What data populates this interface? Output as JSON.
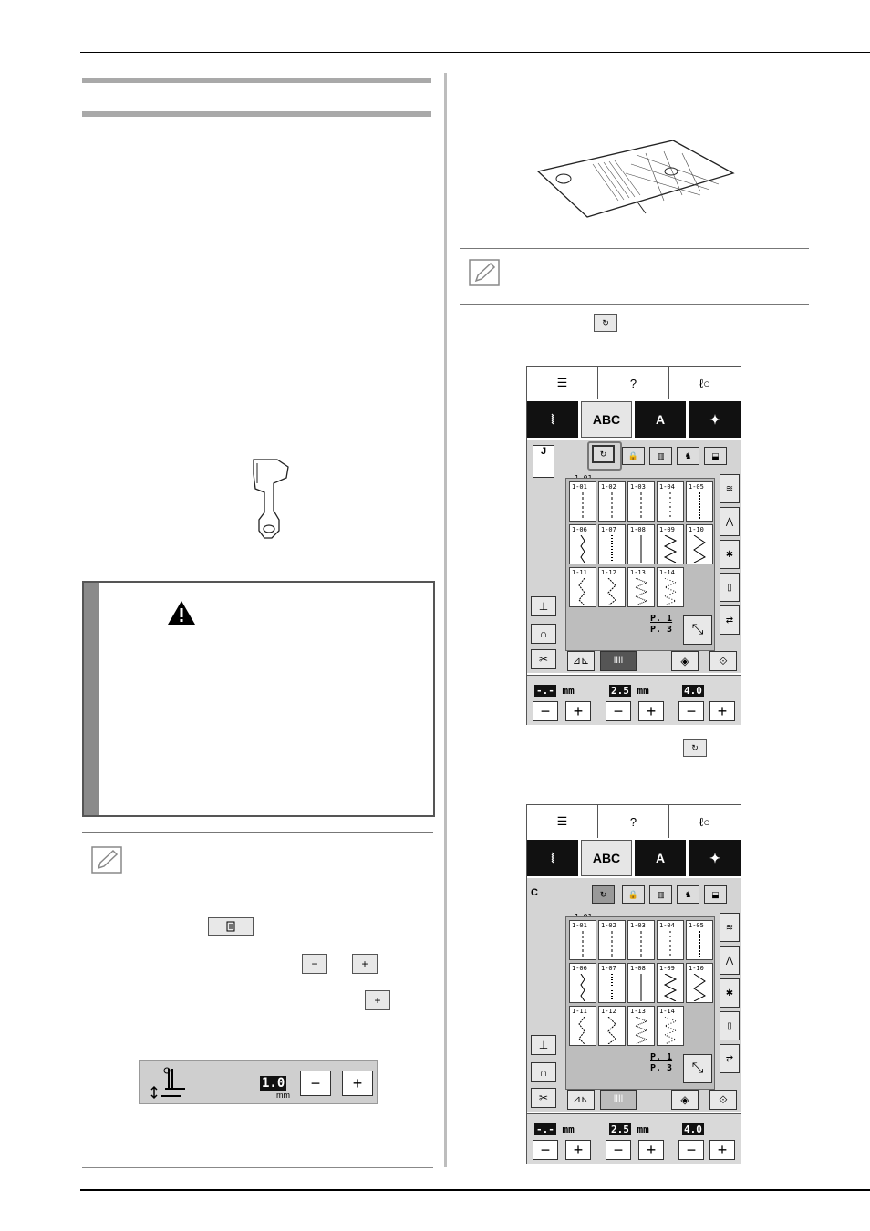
{
  "screen1": {
    "tabs": [
      "☰",
      "?",
      "ℓ○"
    ],
    "categories": [
      "⦚",
      "ABC",
      "A",
      "✦"
    ],
    "page_current": "P. 1",
    "page_total": "P. 3",
    "pattern_header": "1-01",
    "patterns": [
      "1-01",
      "1-02",
      "1-03",
      "1-04",
      "1-05",
      "1-06",
      "1-07",
      "1-08",
      "1-09",
      "1-10",
      "1-11",
      "1-12",
      "1-13",
      "1-14"
    ],
    "width_value": "-.-",
    "width_unit": "mm",
    "length_value": "2.5",
    "length_unit": "mm",
    "tension_value": "4.0",
    "presser_foot_letter": "J"
  },
  "screen2": {
    "tabs": [
      "☰",
      "?",
      "ℓ○"
    ],
    "categories": [
      "⦚",
      "ABC",
      "A",
      "✦"
    ],
    "page_current": "P. 1",
    "page_total": "P. 3",
    "pattern_header": "1-01",
    "patterns": [
      "1-01",
      "1-02",
      "1-03",
      "1-04",
      "1-05",
      "1-06",
      "1-07",
      "1-08",
      "1-09",
      "1-10",
      "1-11",
      "1-12",
      "1-13",
      "1-14"
    ],
    "width_value": "-.-",
    "width_unit": "mm",
    "length_value": "2.5",
    "length_unit": "mm",
    "tension_value": "4.0",
    "presser_foot_letter": "C"
  },
  "foot_height_panel": {
    "value": "1.0",
    "unit": "mm"
  },
  "icons": {
    "memo": "memo-pencil-icon",
    "warning": "warning-triangle-icon"
  }
}
